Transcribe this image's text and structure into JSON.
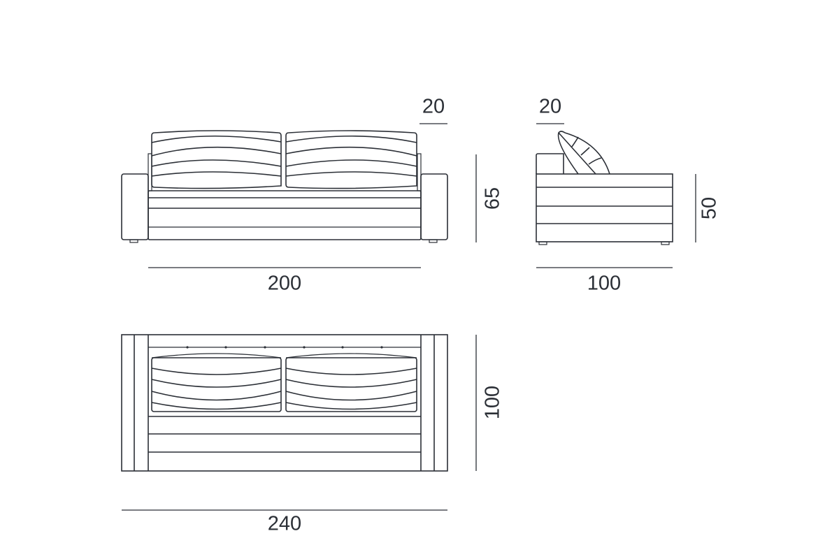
{
  "front_view": {
    "depth_back_label": "20",
    "height_label": "65",
    "width_label": "200"
  },
  "side_view": {
    "back_label": "20",
    "height_label": "50",
    "depth_label": "100"
  },
  "top_view": {
    "depth_label": "100",
    "width_label": "240"
  },
  "colors": {
    "line": "#2b2f36",
    "background": "#ffffff"
  }
}
